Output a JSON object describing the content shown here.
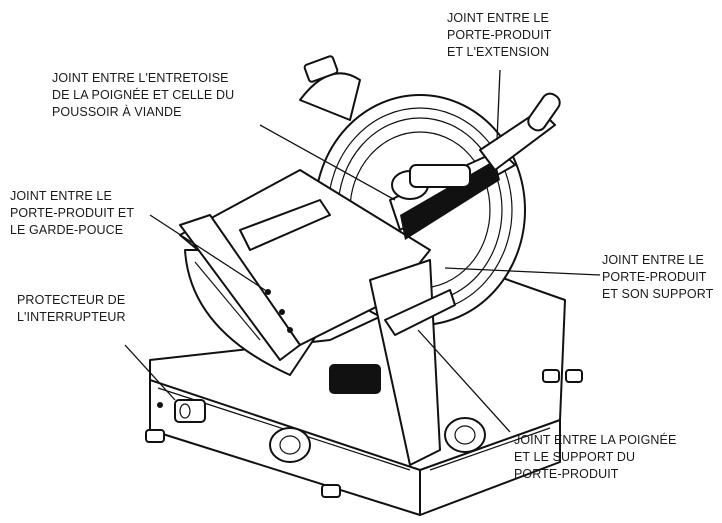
{
  "callouts": [
    {
      "id": "carriage-extension-joint",
      "lines": [
        "JOINT ENTRE LE",
        "PORTE-PRODUIT",
        "ET L'EXTENSION"
      ]
    },
    {
      "id": "handle-spacer-joint",
      "lines": [
        "JOINT ENTRE L'ENTRETOISE",
        "DE LA POIGNÉE ET CELLE DU",
        "POUSSOIR À VIANDE"
      ]
    },
    {
      "id": "carriage-thumbguard-joint",
      "lines": [
        "JOINT ENTRE LE",
        "PORTE-PRODUIT ET",
        "LE GARDE-POUCE"
      ]
    },
    {
      "id": "switch-protector",
      "lines": [
        "PROTECTEUR DE",
        "L'INTERRUPTEUR"
      ]
    },
    {
      "id": "carriage-support-joint",
      "lines": [
        "JOINT ENTRE LE",
        "PORTE-PRODUIT",
        "ET SON SUPPORT"
      ]
    },
    {
      "id": "handle-carriage-support-joint",
      "lines": [
        "JOINT ENTRE LA POIGNÉE",
        "ET LE SUPPORT DU",
        "PORTE-PRODUIT"
      ]
    }
  ]
}
